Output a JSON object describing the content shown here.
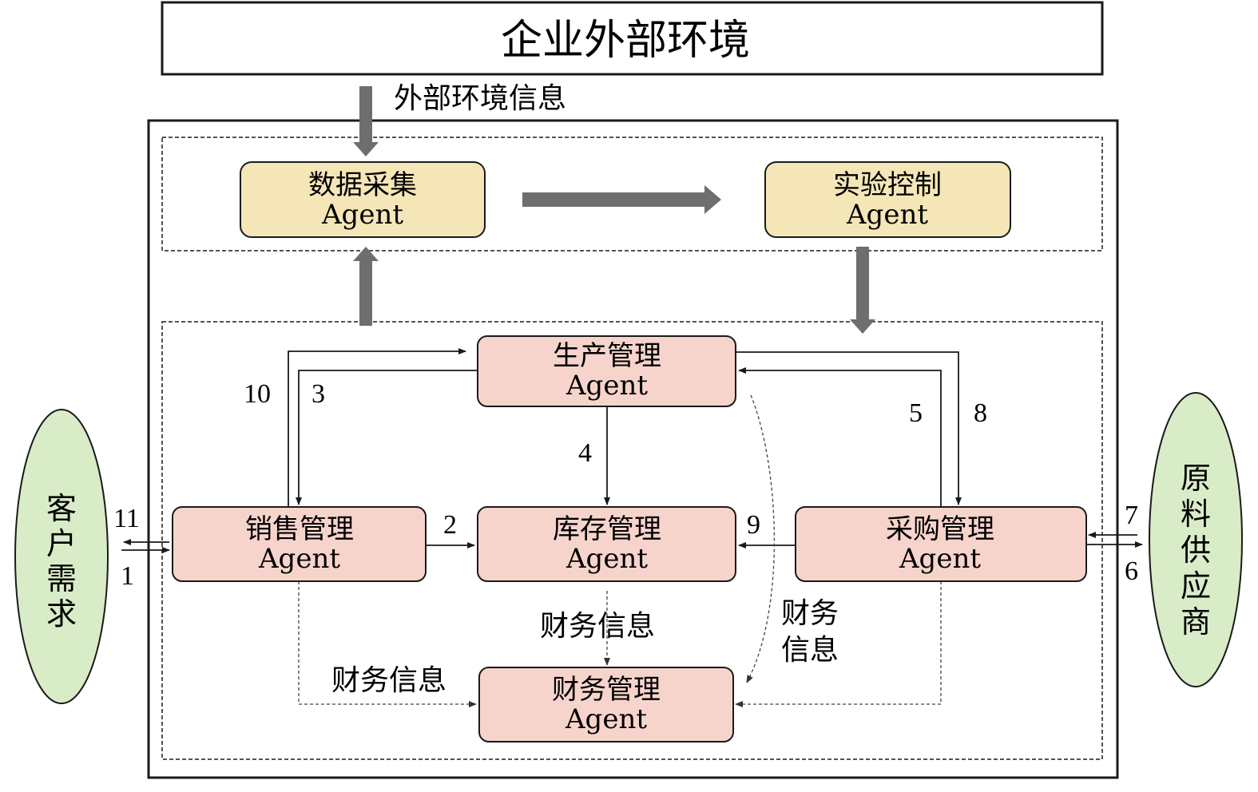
{
  "env": {
    "title": "企业外部环境",
    "info_label": "外部环境信息"
  },
  "nodes": {
    "data_collect": {
      "line1": "数据采集",
      "line2": "Agent"
    },
    "experiment": {
      "line1": "实验控制",
      "line2": "Agent"
    },
    "production": {
      "line1": "生产管理",
      "line2": "Agent"
    },
    "sales": {
      "line1": "销售管理",
      "line2": "Agent"
    },
    "inventory": {
      "line1": "库存管理",
      "line2": "Agent"
    },
    "purchase": {
      "line1": "采购管理",
      "line2": "Agent"
    },
    "finance": {
      "line1": "财务管理",
      "line2": "Agent"
    }
  },
  "external": {
    "customer": [
      "客",
      "户",
      "需",
      "求"
    ],
    "supplier": [
      "原",
      "料",
      "供",
      "应",
      "商"
    ]
  },
  "flow_numbers": {
    "n1": "1",
    "n2": "2",
    "n3": "3",
    "n4": "4",
    "n5": "5",
    "n6": "6",
    "n7": "7",
    "n8": "8",
    "n9": "9",
    "n10": "10",
    "n11": "11"
  },
  "finance_labels": {
    "from_sales": "财务信息",
    "from_inventory": "财务信息",
    "from_production_line1": "财务",
    "from_production_line2": "信息"
  },
  "colors": {
    "yellow_node": "#f5e6b8",
    "pink_node": "#f6d4cc",
    "green_oval": "#d9ecc8",
    "thick_arrow": "#6e6e6e"
  }
}
